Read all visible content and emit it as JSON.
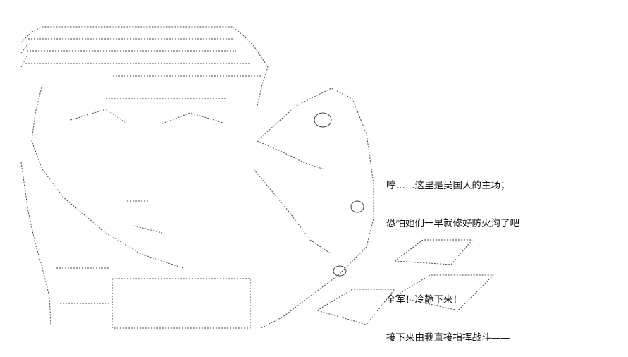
{
  "colors": {
    "ink": "#111111",
    "stroke": "#444444",
    "background": "#ffffff"
  },
  "dialogue": {
    "block1": [
      "哼……这里是吴国人的主场；",
      "恐怕她们一早就修好防火沟了吧——"
    ],
    "block2": [
      "全军！冷静下来！",
      "接下来由我直接指挥战斗——"
    ]
  }
}
